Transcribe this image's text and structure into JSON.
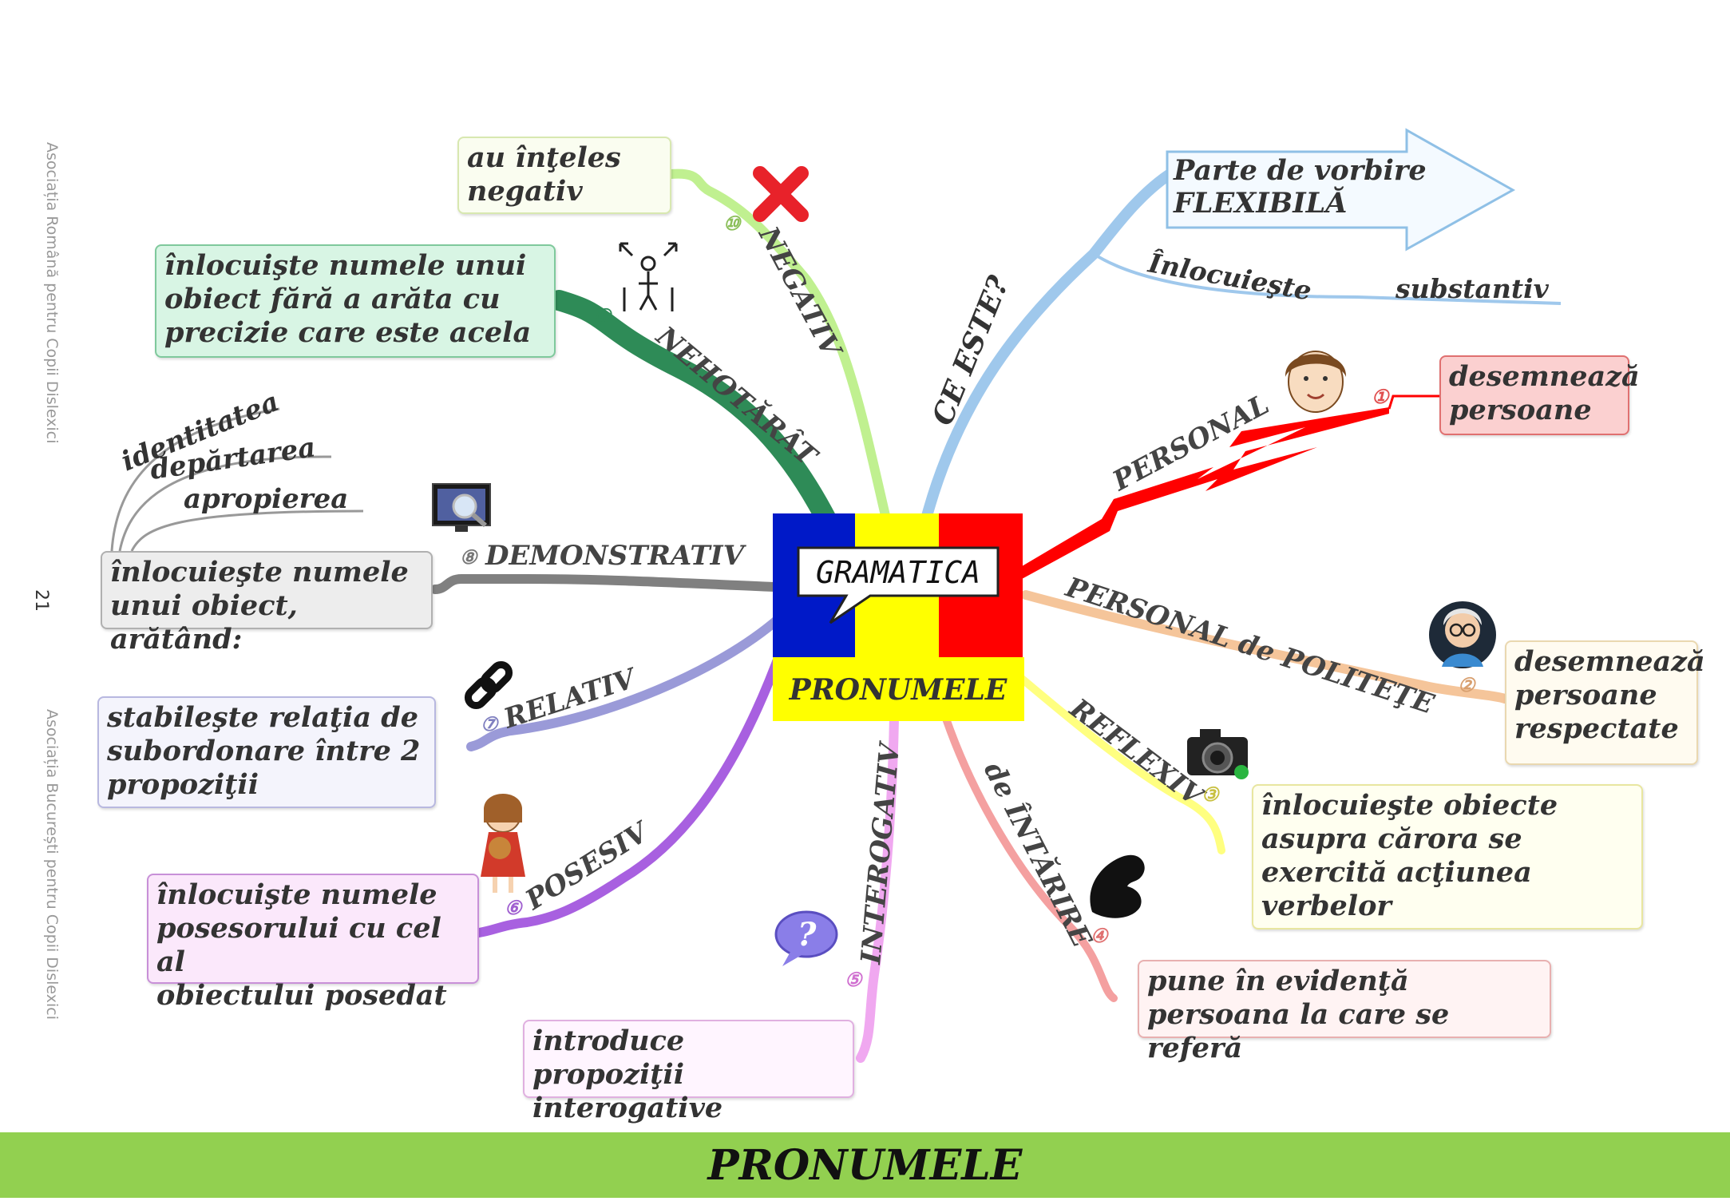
{
  "center": {
    "bubble_text": "GRAMATICA",
    "label": "PRONUMELE",
    "flag_colors": [
      "#0019c8",
      "#ffff00",
      "#ff0000"
    ]
  },
  "side_credits": [
    "Asociația Română pentru Copii Dislexici",
    "Asociația București pentru Copii Dislexici"
  ],
  "page_number": "21",
  "footer_title": "PRONUMELE",
  "ce_este": {
    "branch": "CE ESTE?",
    "definition": "Parte de vorbire\nFLEXIBILĂ",
    "replaces": "Înlocuieşte",
    "replaces_what": "substantiv",
    "color": "#9fc8ec"
  },
  "branches": [
    {
      "num": "①",
      "name": "PERSONAL",
      "note": "desemnează\npersoane",
      "color": "#ff0000",
      "box_bg": "#fbd0d0",
      "box_border": "#e07070",
      "icon": "face-icon"
    },
    {
      "num": "②",
      "name": "PERSONAL de POLITEŢE",
      "note": "desemnează\n persoane\nrespectate",
      "color": "#f5c59a",
      "box_bg": "#fffbf0",
      "box_border": "#ead8b0",
      "icon": "grandmother-avatar-icon"
    },
    {
      "num": "③",
      "name": "REFLEXIV",
      "note": "înlocuieşte obiecte\nasupra cărora se\nexercită acţiunea\nverbelor",
      "color": "#ffff80",
      "box_bg": "#fffff0",
      "box_border": "#e8e6a0",
      "icon": "camera-icon"
    },
    {
      "num": "④",
      "name": "de ÎNTĂRIRE",
      "note": "pune în evidenţă\npersoana la care se referă",
      "color": "#f4a0a0",
      "box_bg": "#fff3f3",
      "box_border": "#e8b0b0",
      "icon": "muscle-arm-icon"
    },
    {
      "num": "⑤",
      "name": "INTEROGATIV",
      "note": "introduce propoziţii\ninterogative",
      "color": "#f0a8f0",
      "box_bg": "#fff5ff",
      "box_border": "#e0b0e0",
      "icon": "question-bubble-icon"
    },
    {
      "num": "⑥",
      "name": "POSESIV",
      "note": "înlocuişte numele\nposesorului cu cel al\nobiectului posedat",
      "color": "#a860e0",
      "box_bg": "#fbe8fb",
      "box_border": "#c890d8",
      "icon": "girl-with-teddy-icon"
    },
    {
      "num": "⑦",
      "name": "RELATIV",
      "note": "stabileşte relaţia de\nsubordonare între 2\npropoziţii",
      "color": "#9a9ad8",
      "box_bg": "#f4f4fc",
      "box_border": "#b8b8e0",
      "icon": "chain-link-icon"
    },
    {
      "num": "⑧",
      "name": "DEMONSTRATIV",
      "note": "înlocuieşte numele\nunui obiect, arătând:",
      "color": "#808080",
      "box_bg": "#ededed",
      "box_border": "#b0b0b0",
      "icon": "monitor-magnifier-icon"
    },
    {
      "num": "⑨",
      "name": "NEHOTĂRÂT",
      "note": "înlocuişte numele unui\nobiect fără a arăta cu\nprecizie care este acela",
      "color": "#2e8b57",
      "box_bg": "#d8f5e4",
      "box_border": "#7fc99c",
      "icon": "person-arrows-icon"
    },
    {
      "num": "⑩",
      "name": "NEGATIV",
      "note": "au înţeles\nnegativ",
      "color": "#c0f090",
      "box_bg": "#fafdf0",
      "box_border": "#d8e8b0",
      "icon": "red-x-icon"
    }
  ],
  "demonstrativ_subitems": [
    "identitatea",
    "depărtarea",
    "apropierea"
  ]
}
